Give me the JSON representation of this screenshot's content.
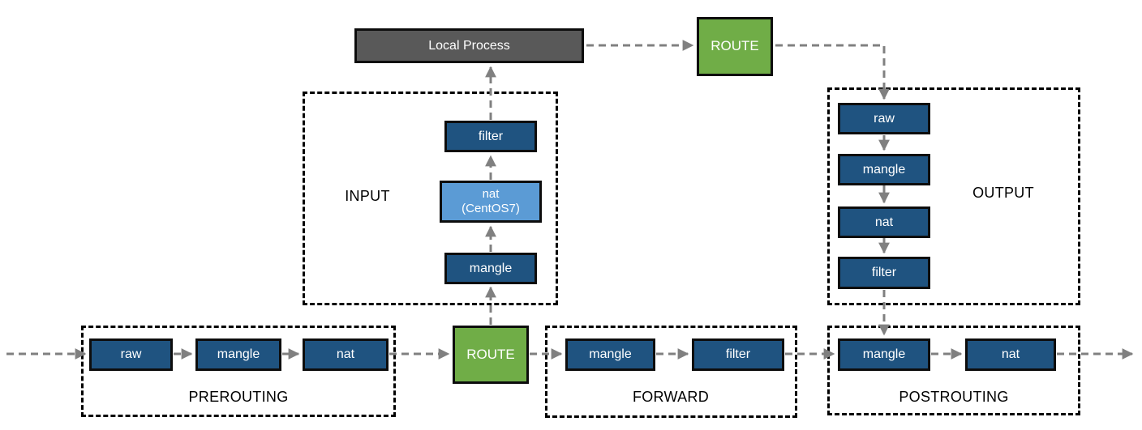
{
  "nodes": {
    "local_process": "Local Process",
    "route_top": "ROUTE",
    "route_bottom": "ROUTE"
  },
  "chains": {
    "input": {
      "label": "INPUT",
      "filter": "filter",
      "nat_line1": "nat",
      "nat_line2": "(CentOS7)",
      "mangle": "mangle"
    },
    "output": {
      "label": "OUTPUT",
      "raw": "raw",
      "mangle": "mangle",
      "nat": "nat",
      "filter": "filter"
    },
    "prerouting": {
      "label": "PREROUTING",
      "raw": "raw",
      "mangle": "mangle",
      "nat": "nat"
    },
    "forward": {
      "label": "FORWARD",
      "mangle": "mangle",
      "filter": "filter"
    },
    "postrouting": {
      "label": "POSTROUTING",
      "mangle": "mangle",
      "nat": "nat"
    }
  },
  "colors": {
    "table_box_dark_blue": "#1F5380",
    "nat_centos7_light_blue": "#5B9BD5",
    "route_green": "#70AD47",
    "local_process_gray": "#595959",
    "arrow_gray": "#808080",
    "border_black": "#0d0d0d"
  }
}
